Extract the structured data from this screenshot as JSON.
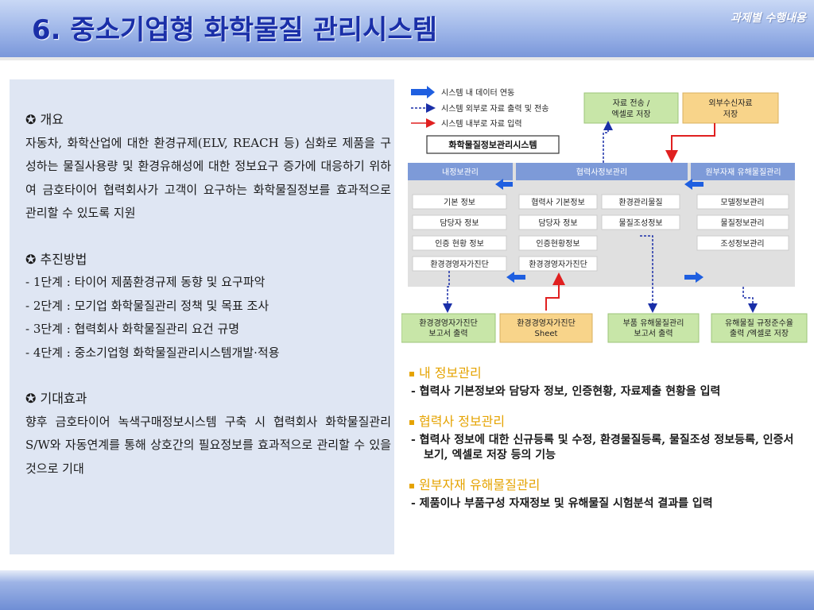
{
  "header": {
    "title": "6. 중소기업형 화학물질 관리시스템",
    "corner": "과제별 수행내용"
  },
  "left": {
    "s1_head": "✪ 개요",
    "s1_body": "자동차, 화학산업에 대한 환경규제(ELV, REACH 등) 심화로 제품을 구성하는 물질사용량 및 환경유해성에 대한 정보요구 증가에 대응하기 위하여 금호타이어 협력회사가 고객이 요구하는 화학물질정보를 효과적으로 관리할 수 있도록 지원",
    "s2_head": "✪ 추진방법",
    "s2_steps": [
      "- 1단계 : 타이어 제품환경규제 동향 및 요구파악",
      "- 2단계 : 모기업 화학물질관리 정책 및 목표 조사",
      "- 3단계 : 협력회사 화학물질관리 요건 규명",
      "- 4단계 : 중소기업형 화학물질관리시스템개발·적용"
    ],
    "s3_head": "✪ 기대효과",
    "s3_body": "향후 금호타이어 녹색구매정보시스템 구축 시 협력회사 화학물질관리 S/W와 자동연계를 통해 상호간의 필요정보를 효과적으로 관리할 수 있을 것으로 기대"
  },
  "diagram": {
    "legend": [
      "시스템 내 데이터 연동",
      "시스템 외부로 자료 출력 및 전송",
      "시스템 내부로 자료 입력"
    ],
    "system_label": "화학물질정보관리시스템",
    "top_boxes": [
      [
        "자료 전송 /",
        "엑셀로 저장"
      ],
      [
        "외부수신자료",
        "저장"
      ]
    ],
    "columns": [
      "내정보관리",
      "협력사정보관리",
      "원부자재 유해물질관리"
    ],
    "col1_items": [
      "기본 정보",
      "담당자 정보",
      "인증 현황 정보",
      "환경경영자가진단"
    ],
    "col2a_items": [
      "협력사 기본정보",
      "담당자 정보",
      "인증현황정보",
      "환경경영자가진단"
    ],
    "col2b_items": [
      "환경관리물질",
      "물질조성정보"
    ],
    "col3_items": [
      "모델정보관리",
      "물질정보관리",
      "조성정보관리"
    ],
    "bottom_boxes": [
      [
        "환경경영자가진단",
        "보고서 출력"
      ],
      [
        "환경경영자가진단",
        "Sheet"
      ],
      [
        "부품 유해물질관리",
        "보고서 출력"
      ],
      [
        "유해물질 규정준수율",
        "출력 /엑셀로 저장"
      ]
    ],
    "colors": {
      "blue_arrow": "#1f5fe0",
      "red_arrow": "#e02020",
      "green_box": "#c8e6a8",
      "orange_box": "#f8d48a",
      "panel": "#e0e0e0",
      "col_header": "#7d9ad8"
    }
  },
  "right": {
    "items": [
      {
        "head": "내 정보관리",
        "body": "- 협력사 기본정보와 담당자 정보, 인증현황, 자료제출 현황을 입력"
      },
      {
        "head": "협력사 정보관리",
        "body": "- 협력사 정보에 대한 신규등록 및 수정, 환경물질등록, 물질조성 정보등록, 인증서보기, 엑셀로 저장 등의 기능"
      },
      {
        "head": "원부자재 유해물질관리",
        "body": "- 제품이나 부품구성 자재정보 및 유해물질 시험분석 결과를 입력"
      }
    ]
  }
}
